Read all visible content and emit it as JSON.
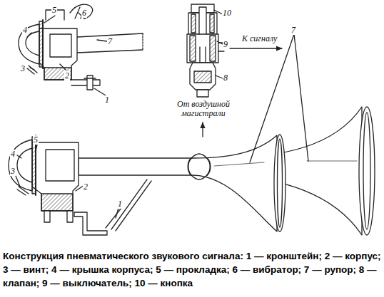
{
  "diagram": {
    "caption": "Конструкция пневматического звукового сигнала: 1 — кронштейн; 2 — корпус; 3 — винт; 4 — крышка корпуса; 5 — прокладка; 6 — вибратор; 7 — рупор; 8 — клапан; 9 — выключатель; 10 — кнопка",
    "labels": [
      "5",
      "6",
      "4",
      "7",
      "3",
      "2",
      "1",
      "10",
      "9",
      "К сигналу",
      "8",
      "От воздушной магистрали",
      "5",
      "4",
      "3",
      "2",
      "1",
      "7"
    ]
  }
}
